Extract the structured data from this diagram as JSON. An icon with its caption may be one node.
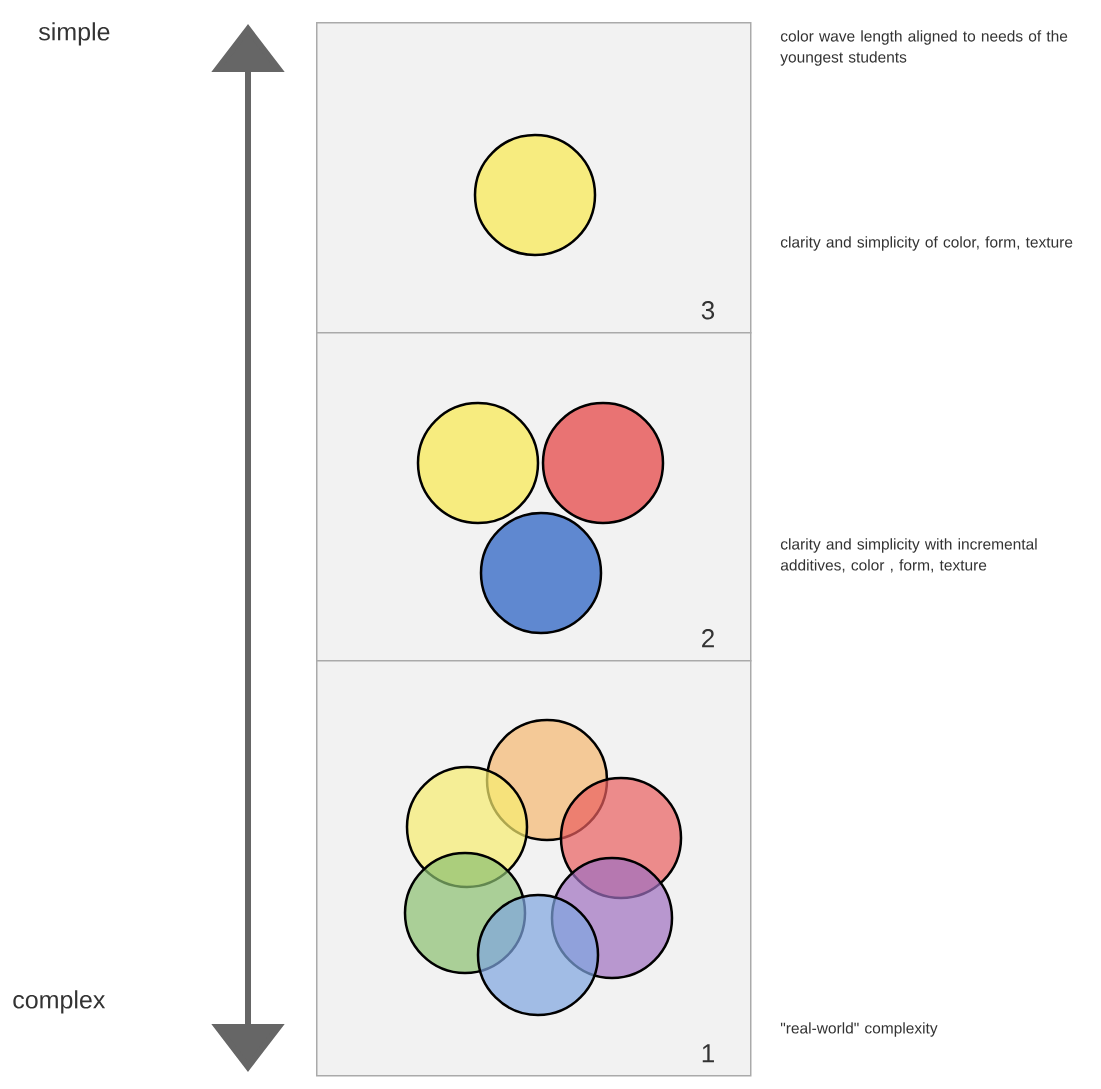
{
  "diagram": {
    "nodes": [
      {
        "text": [
          "3"
        ],
        "beside": [
          "color wave length aligned to needs of the youngest students",
          "clarity and simplicity of color, form, texture"
        ]
      },
      {
        "text": [
          "2"
        ],
        "beside": [
          "clarity and simplicity with incremental additives, color , form, texture"
        ]
      },
      {
        "text": [
          "1"
        ],
        "beside": [
          "\"real-world\" complexity"
        ]
      }
    ],
    "labels": [
      "simple",
      "complex"
    ]
  }
}
